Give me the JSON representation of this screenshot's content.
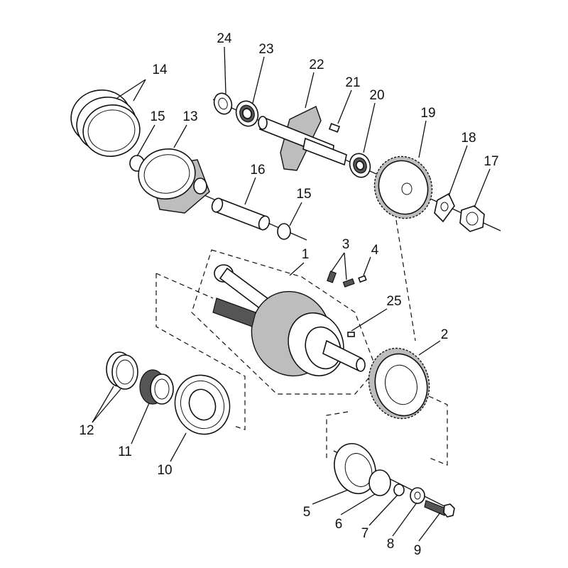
{
  "callouts": [
    {
      "id": "1",
      "label": "1"
    },
    {
      "id": "2",
      "label": "2"
    },
    {
      "id": "3",
      "label": "3"
    },
    {
      "id": "4",
      "label": "4"
    },
    {
      "id": "5",
      "label": "5"
    },
    {
      "id": "6",
      "label": "6"
    },
    {
      "id": "7",
      "label": "7"
    },
    {
      "id": "8",
      "label": "8"
    },
    {
      "id": "9",
      "label": "9"
    },
    {
      "id": "10",
      "label": "10"
    },
    {
      "id": "11",
      "label": "11"
    },
    {
      "id": "12",
      "label": "12"
    },
    {
      "id": "13",
      "label": "13"
    },
    {
      "id": "14",
      "label": "14"
    },
    {
      "id": "15a",
      "label": "15"
    },
    {
      "id": "15b",
      "label": "15"
    },
    {
      "id": "16",
      "label": "16"
    },
    {
      "id": "17",
      "label": "17"
    },
    {
      "id": "18",
      "label": "18"
    },
    {
      "id": "19",
      "label": "19"
    },
    {
      "id": "20",
      "label": "20"
    },
    {
      "id": "21",
      "label": "21"
    },
    {
      "id": "22",
      "label": "22"
    },
    {
      "id": "23",
      "label": "23"
    },
    {
      "id": "24",
      "label": "24"
    },
    {
      "id": "25",
      "label": "25"
    }
  ]
}
